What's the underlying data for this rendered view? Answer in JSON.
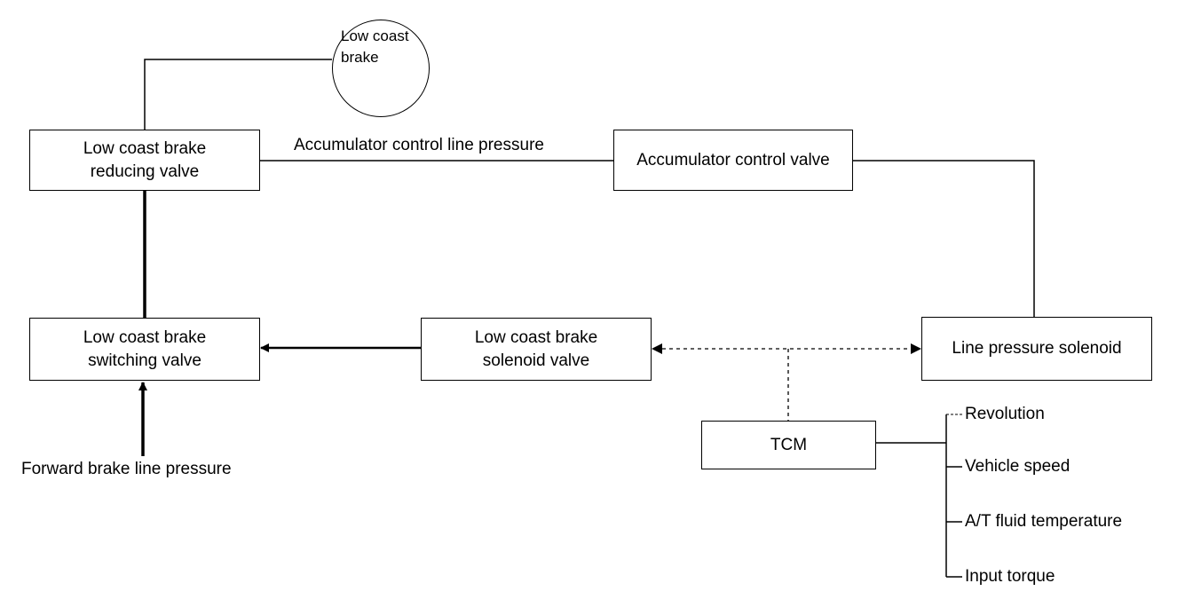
{
  "nodes": {
    "low_coast_brake": {
      "line1": "Low coast",
      "line2": "brake"
    },
    "reducing_valve": {
      "line1": "Low coast brake",
      "line2": "reducing valve"
    },
    "accumulator_control_valve": {
      "line1": "Accumulator control valve"
    },
    "switching_valve": {
      "line1": "Low coast brake",
      "line2": "switching valve"
    },
    "solenoid_valve": {
      "line1": "Low coast brake",
      "line2": "solenoid valve"
    },
    "line_pressure_solenoid": {
      "line1": "Line pressure solenoid"
    },
    "tcm": {
      "line1": "TCM"
    }
  },
  "labels": {
    "accumulator_control_line_pressure": "Accumulator control line pressure",
    "forward_brake_line_pressure": "Forward brake line pressure"
  },
  "tcm_inputs": [
    "Revolution",
    "Vehicle speed",
    "A/T fluid temperature",
    "Input torque"
  ]
}
